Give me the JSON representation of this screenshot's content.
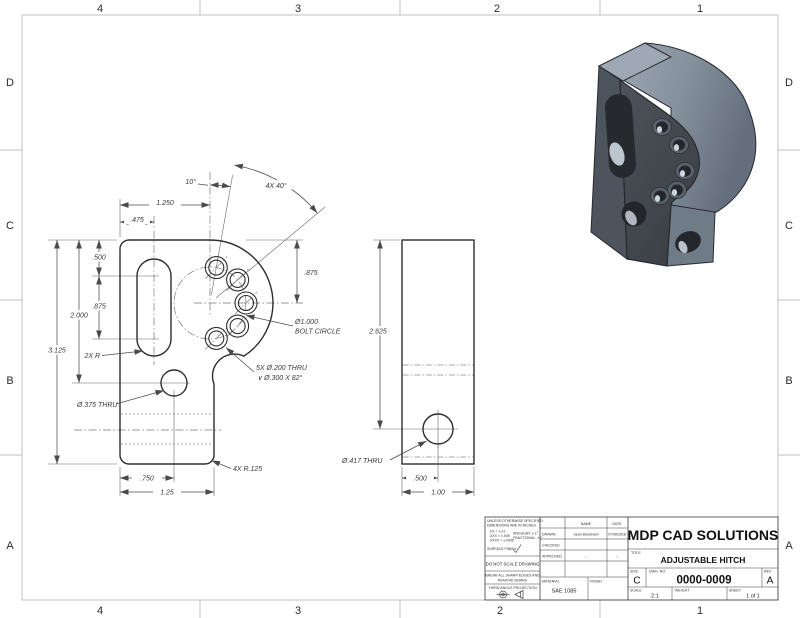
{
  "zones": {
    "top": [
      "4",
      "3",
      "2",
      "1"
    ],
    "bottom": [
      "4",
      "3",
      "2",
      "1"
    ],
    "left": [
      "D",
      "C",
      "B",
      "A"
    ],
    "right": [
      "D",
      "C",
      "B",
      "A"
    ]
  },
  "front_view": {
    "angle_first_hole": "10°",
    "angle_hole_spacing": "4X 40°",
    "width_to_bolt_center": "1.250",
    "slot_center_offset": ".475",
    "slot_top_offset": ".500",
    "slot_length": ".875",
    "hole_center_height": "2.000",
    "overall_height": "3.125",
    "slot_end_radius": "2X R",
    "bolt_center_depth": ".875",
    "bolt_circle_dia": "Ø1.000",
    "bolt_circle_label": "BOLT CIRCLE",
    "csk_holes_line1": "5X Ø.200 THRU",
    "csk_holes_line2": "∨ Ø.300 X 82°",
    "pin_hole": "Ø.375 THRU",
    "corner_radius": "4X R.125",
    "hole_offset": ".750",
    "tongue_width": "1.25"
  },
  "side_view": {
    "height_to_hole": "2.625",
    "cross_hole": "Ø.417 THRU",
    "hole_offset": ".500",
    "thickness": "1.00"
  },
  "title_block": {
    "tol_line1": "UNLESS OTHERWISE SPECIFIED:",
    "tol_line2": "DIMENSIONS ARE IN INCHES",
    "tol_xx": ".XX = ±.01",
    "tol_xxx": ".XXX = ±.005",
    "tol_xxxx": ".XXXX = ±.0005",
    "tol_angular": "ANGULAR: ± 1°",
    "tol_fractional": "FRACTIONAL: ± 1",
    "surface_finish_label": "SURFACE FINISH:",
    "do_not_scale": "DO NOT SCALE DRAWING",
    "break_edges_line1": "BREAK ALL SHARP EDGES AND",
    "break_edges_line2": "REMOVE BURRS",
    "projection_label": "THIRD ANGLE PROJECTION",
    "name_header": "NAME",
    "date_header": "DATE",
    "rows": [
      {
        "label": "DRAWN",
        "name": "Sean Blanchard",
        "date": "07/08/2018"
      },
      {
        "label": "CHECKED",
        "name": "",
        "date": ""
      },
      {
        "label": "APPROVED",
        "name": "--",
        "date": "--"
      }
    ],
    "material_label": "MATERIAL",
    "material_value": "SAE 1085",
    "finish_label": "FINISH",
    "finish_value": "",
    "company": "MDP CAD SOLUTIONS",
    "title_label": "TITLE",
    "title_value": "ADJUSTABLE HITCH",
    "size_label": "SIZE",
    "size_value": "C",
    "dwg_label": "DWG. NO.",
    "dwg_value": "0000-0009",
    "rev_label": "REV",
    "rev_value": "A",
    "scale_label": "SCALE",
    "scale_value": "2:1",
    "weight_label": "WEIGHT",
    "weight_value": "",
    "sheet_label": "SHEET",
    "sheet_value": "1 of 1"
  }
}
